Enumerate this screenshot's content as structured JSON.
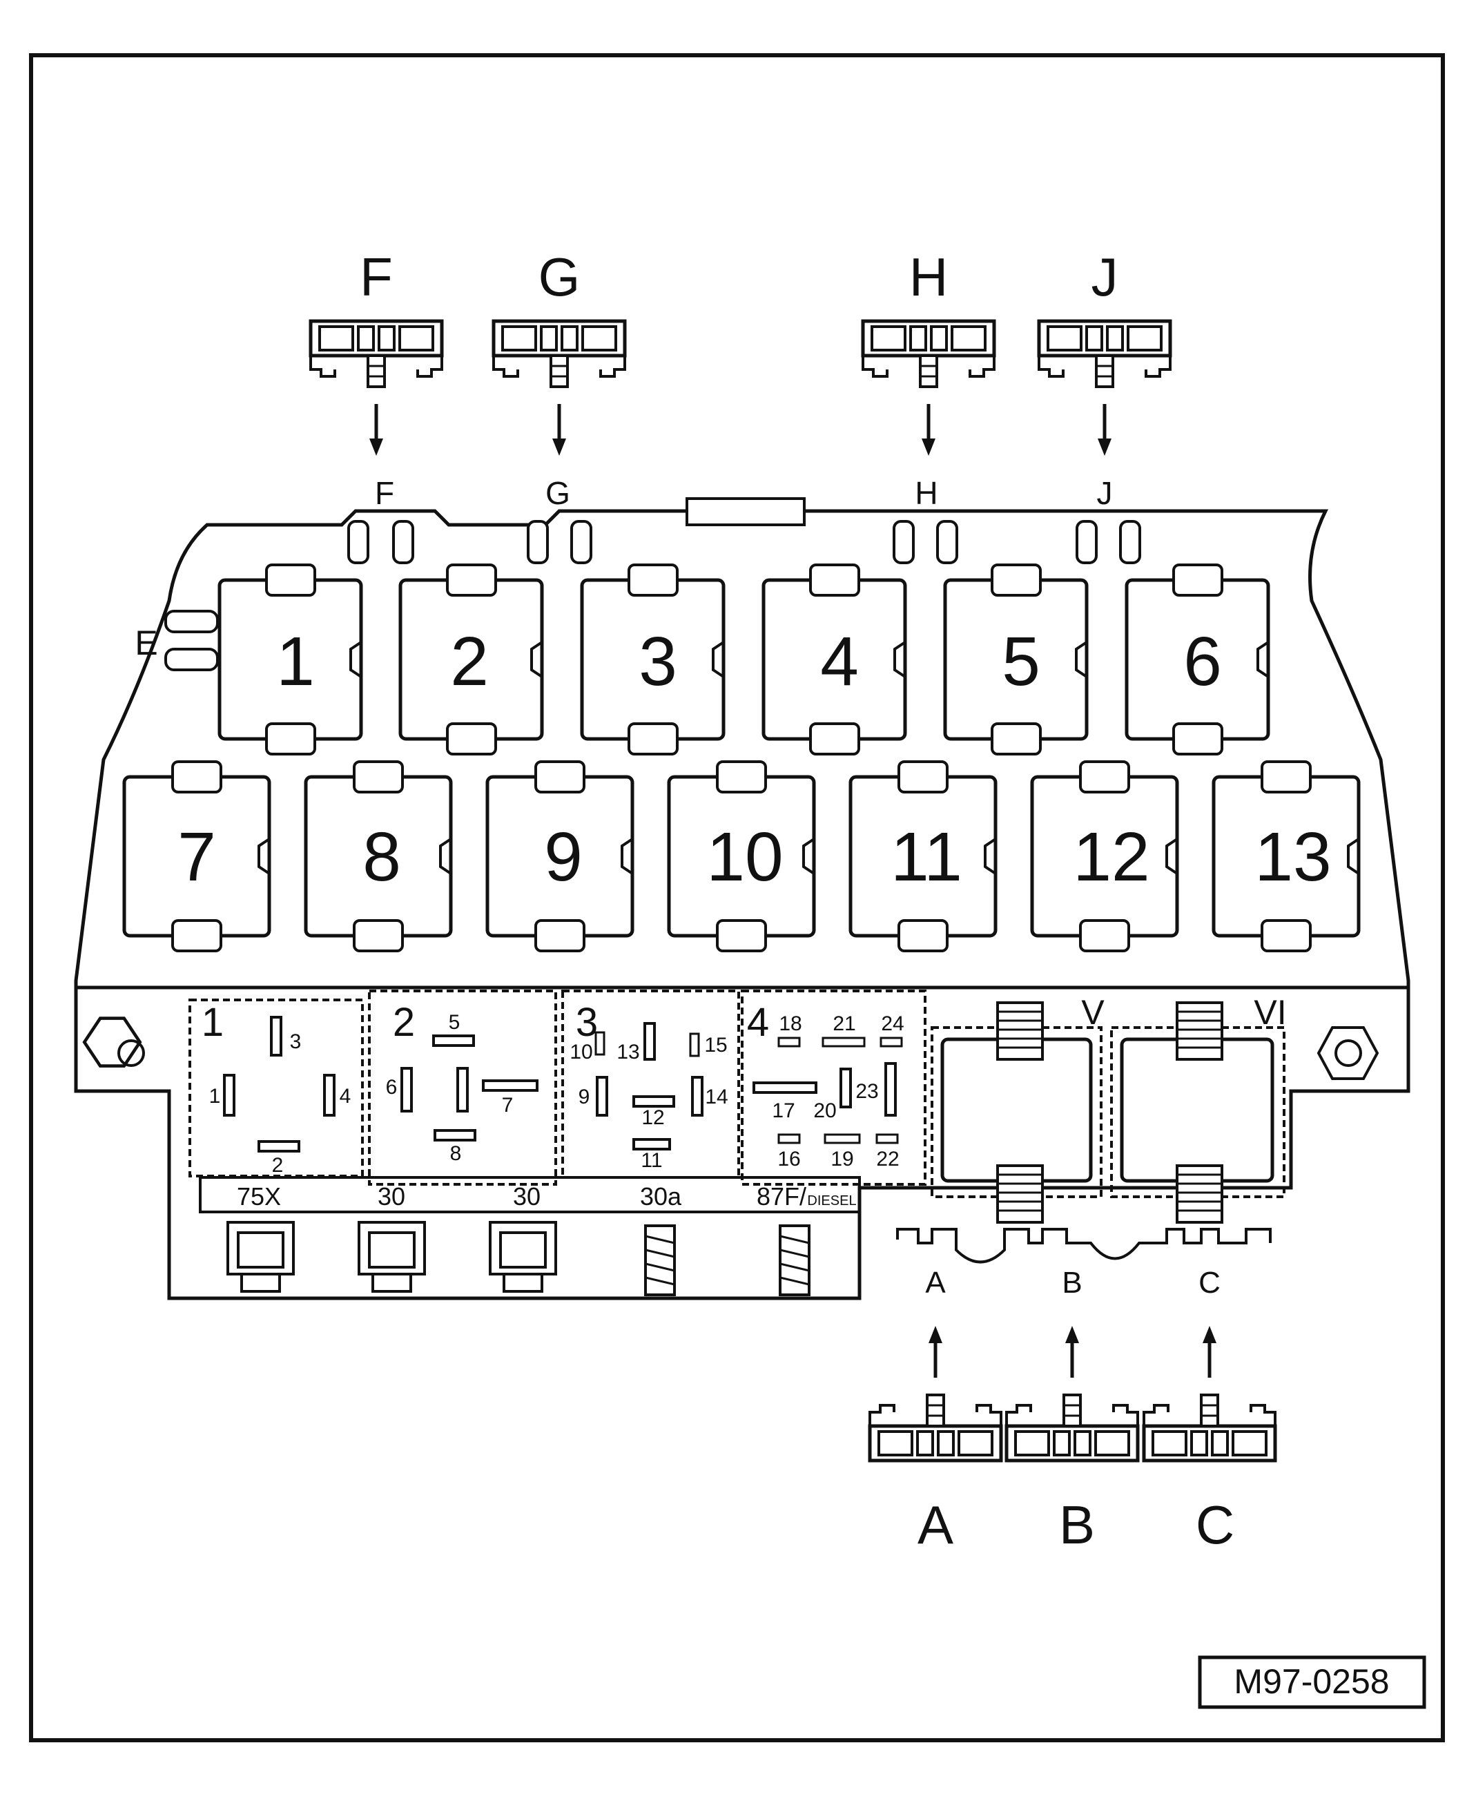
{
  "top_connectors": [
    {
      "label": "F",
      "socket_label": "F"
    },
    {
      "label": "G",
      "socket_label": "G"
    },
    {
      "label": "H",
      "socket_label": "H"
    },
    {
      "label": "J",
      "socket_label": "J"
    }
  ],
  "side_connector_label": "E",
  "relay_positions_row1": [
    "1",
    "2",
    "3",
    "4",
    "5",
    "6"
  ],
  "relay_positions_row2": [
    "7",
    "8",
    "9",
    "10",
    "11",
    "12",
    "13"
  ],
  "fuse_groups": [
    {
      "number": "1",
      "terminals": [
        "3",
        "1",
        "4",
        "2"
      ]
    },
    {
      "number": "2",
      "terminals": [
        "5",
        "6",
        "7",
        "8"
      ]
    },
    {
      "number": "3",
      "terminals": [
        "10",
        "13",
        "15",
        "9",
        "12",
        "14",
        "11"
      ]
    },
    {
      "number": "4",
      "terminals": [
        "18",
        "21",
        "24",
        "17",
        "20",
        "23",
        "16",
        "19",
        "22"
      ]
    }
  ],
  "socket_labels": [
    "V",
    "VI"
  ],
  "terminal_strip": [
    "75X",
    "30",
    "30",
    "30a",
    "87F/",
    "DIESEL"
  ],
  "bottom_connectors": [
    {
      "label": "A",
      "socket_label": "A"
    },
    {
      "label": "B",
      "socket_label": "B"
    },
    {
      "label": "C",
      "socket_label": "C"
    }
  ],
  "figure_id": "M97-0258"
}
